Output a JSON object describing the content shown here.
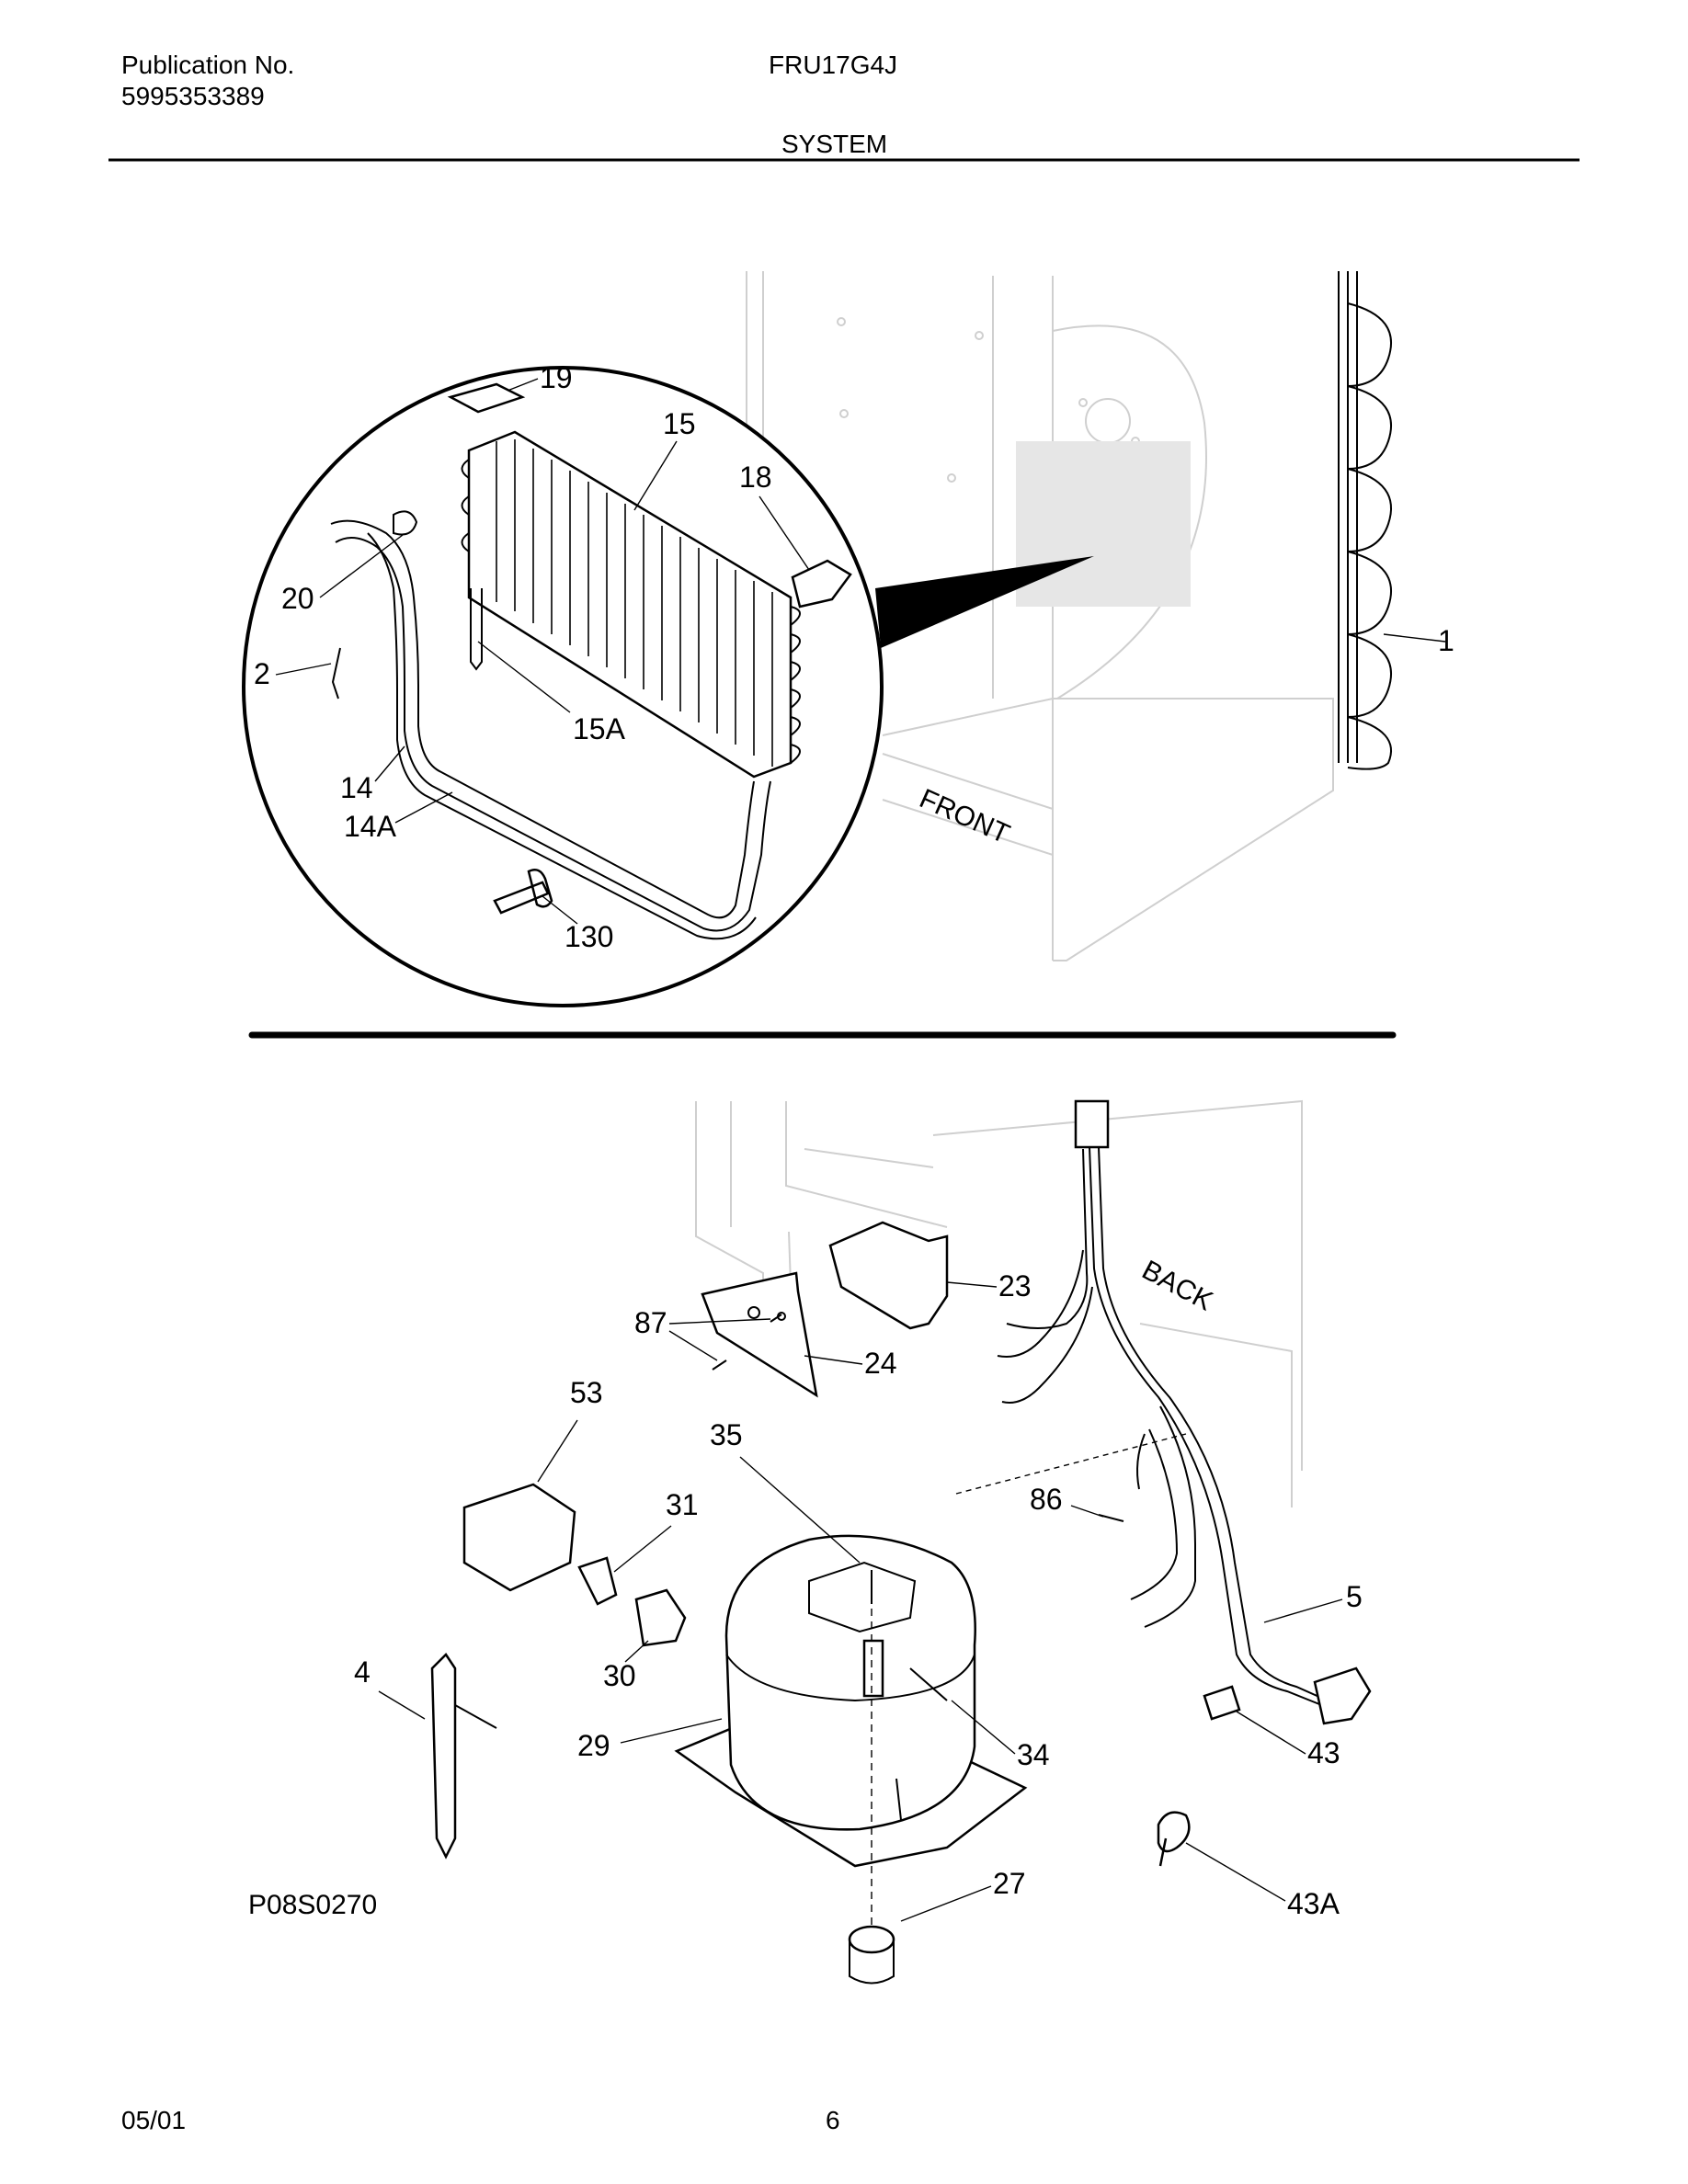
{
  "header": {
    "pub_label": "Publication No.",
    "pub_number": "5995353389",
    "model": "FRU17G4J",
    "section": "SYSTEM"
  },
  "footer": {
    "date": "05/01",
    "page": "6"
  },
  "diagram": {
    "figure_code": "P08S0270",
    "label_front": "FRONT",
    "label_back": "BACK",
    "callouts_top": [
      "19",
      "15",
      "18",
      "20",
      "2",
      "15A",
      "14",
      "14A",
      "130",
      "1"
    ],
    "callouts_bottom": [
      "87",
      "23",
      "24",
      "53",
      "35",
      "31",
      "86",
      "5",
      "30",
      "4",
      "29",
      "34",
      "43",
      "27",
      "43A"
    ]
  }
}
